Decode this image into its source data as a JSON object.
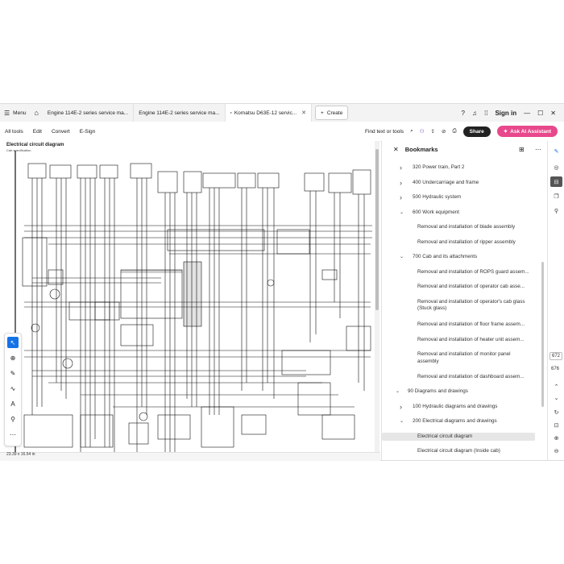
{
  "tabbar": {
    "menu_label": "Menu",
    "tabs": [
      {
        "label": "Engine 114E-2 series service ma..."
      },
      {
        "label": "Engine 114E-2 series service ma..."
      },
      {
        "label": "Komatsu D63E-12 servic..."
      }
    ],
    "create_label": "Create",
    "signin_label": "Sign in"
  },
  "toolbar": {
    "menu": [
      "All tools",
      "Edit",
      "Convert",
      "E-Sign"
    ],
    "find_label": "Find text or tools",
    "share_label": "Share",
    "ai_label": "Ask AI Assistant",
    "ai_color": "#e8488c"
  },
  "document": {
    "title": "Electrical circuit diagram",
    "subtitle": "Cab specification",
    "dimensions": "23.39 x 16.54 in"
  },
  "bookmarks": {
    "title": "Bookmarks",
    "items": [
      {
        "label": "320 Power train, Part 2",
        "level": 1,
        "chevron": "right"
      },
      {
        "label": "400 Undercarriage and frame",
        "level": 1,
        "chevron": "right"
      },
      {
        "label": "500 Hydraulic system",
        "level": 1,
        "chevron": "right"
      },
      {
        "label": "600 Work equipment",
        "level": 1,
        "chevron": "down"
      },
      {
        "label": "Removal and installation of blade assembly",
        "level": 2,
        "chevron": ""
      },
      {
        "label": "Removal and installation of ripper assembly",
        "level": 2,
        "chevron": ""
      },
      {
        "label": "700 Cab and its attachments",
        "level": 1,
        "chevron": "down"
      },
      {
        "label": "Removal and installation of ROPS guard assem...",
        "level": 2,
        "chevron": ""
      },
      {
        "label": "Removal and installation of operator cab asse...",
        "level": 2,
        "chevron": ""
      },
      {
        "label": "Removal and installation of operator's cab glass (Stuck glass)",
        "level": 2,
        "chevron": ""
      },
      {
        "label": "Removal and installation of floor frame assem...",
        "level": 2,
        "chevron": ""
      },
      {
        "label": "Removal and installation of heater unit assem...",
        "level": 2,
        "chevron": ""
      },
      {
        "label": "Removal and installation of monitor panel assembly",
        "level": 2,
        "chevron": ""
      },
      {
        "label": "Removal and installation of dashboard assem...",
        "level": 2,
        "chevron": ""
      },
      {
        "label": "90 Diagrams and drawings",
        "level": 0,
        "chevron": "down"
      },
      {
        "label": "100 Hydraulic diagrams and drawings",
        "level": 1,
        "chevron": "right"
      },
      {
        "label": "200 Electrical diagrams and drawings",
        "level": 1,
        "chevron": "down"
      },
      {
        "label": "Electrical circuit diagram",
        "level": 2,
        "chevron": "",
        "selected": true
      },
      {
        "label": "Electrical circuit diagram (Inside cab)",
        "level": 2,
        "chevron": ""
      }
    ]
  },
  "rail": {
    "page_current": "672",
    "page_total": "676"
  }
}
